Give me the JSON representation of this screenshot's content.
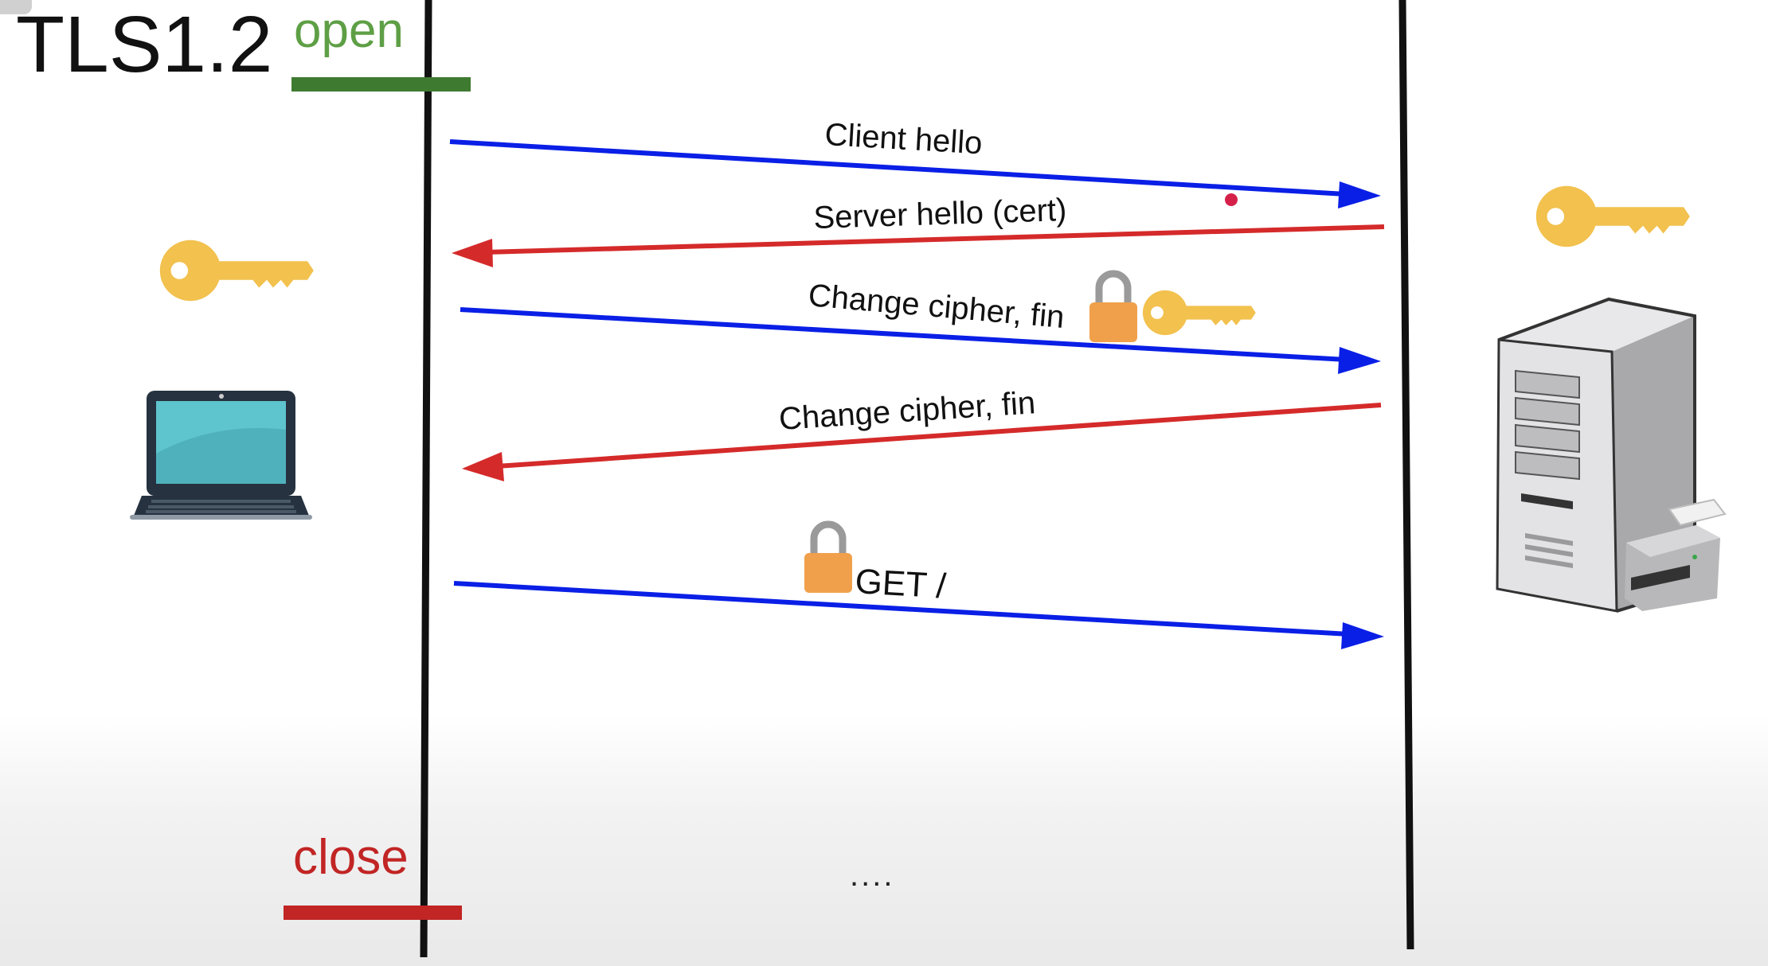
{
  "header": {
    "title": "TLS1.2",
    "open_label": "open",
    "close_label": "close"
  },
  "messages": [
    {
      "label": "Client hello",
      "direction": "client-to-server",
      "color": "#0a1fe6"
    },
    {
      "label": "Server hello (cert)",
      "direction": "server-to-client",
      "color": "#d52a2a"
    },
    {
      "label": "Change cipher, fin",
      "direction": "client-to-server",
      "color": "#0a1fe6"
    },
    {
      "label": "Change cipher, fin",
      "direction": "server-to-client",
      "color": "#d52a2a"
    },
    {
      "label": "GET /",
      "direction": "client-to-server",
      "color": "#0a1fe6"
    }
  ],
  "footer": {
    "ellipsis": "...."
  },
  "colors": {
    "open": "#5e9f45",
    "open_bar": "#3f7a31",
    "close": "#c12524",
    "client_to_server": "#0a1fe6",
    "server_to_client": "#d52a2a",
    "key": "#f2c14e",
    "lock": "#f0a04b"
  },
  "icons": [
    "key-icon",
    "laptop-icon",
    "server-icon",
    "printer-icon",
    "lock-icon"
  ]
}
